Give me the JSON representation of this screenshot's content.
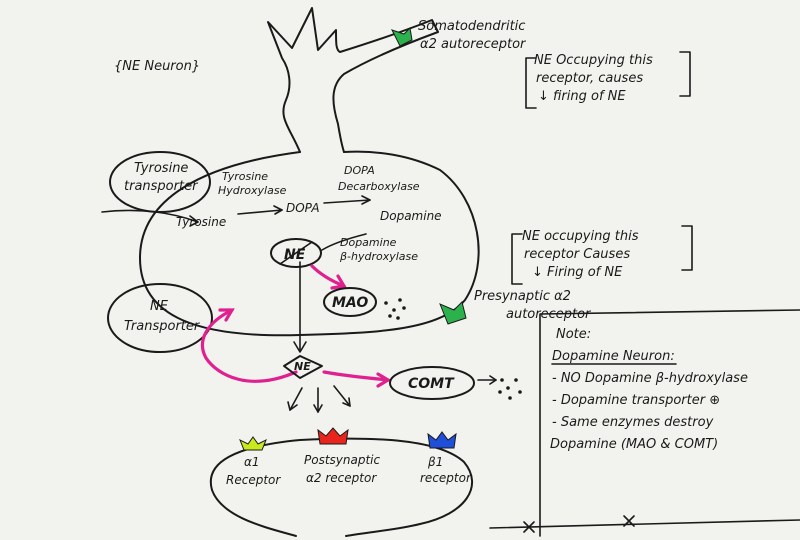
{
  "neuron_label": "{NE Neuron}",
  "somato": {
    "line1": "Somatodendritic",
    "line2": "α2 autoreceptor",
    "color": "#2bb24c"
  },
  "note_top": {
    "line1": "NE Occupying this",
    "line2": "receptor, causes",
    "line3": "↓ firing of NE"
  },
  "tyrosine_transporter": {
    "line1": "Tyrosine",
    "line2": "transporter"
  },
  "enzyme_th": {
    "line1": "Tyrosine",
    "line2": "Hydroxylase"
  },
  "enzyme_ddc": {
    "line1": "DOPA",
    "line2": "Decarboxylase"
  },
  "molecule_tyrosine": "Tyrosine",
  "molecule_dopa": "DOPA",
  "molecule_dopamine": "Dopamine",
  "ne_oval": "NE",
  "enzyme_dbh": {
    "line1": "Dopamine",
    "line2": "β-hydroxylase"
  },
  "mao": "MAO",
  "note_mid": {
    "line1": "NE occupying this",
    "line2": "receptor Causes",
    "line3": "↓ Firing of NE"
  },
  "presynaptic": {
    "line1": "Presynaptic α2",
    "line2": "autoreceptor",
    "color": "#2bb24c"
  },
  "ne_transporter": {
    "line1": "NE",
    "line2": "Transporter"
  },
  "ne_cleft": "NE",
  "comt": "COMT",
  "receptors": {
    "a1": {
      "line1": "α1",
      "line2": "Receptor",
      "color": "#c9e81e"
    },
    "a2": {
      "line1": "Postsynaptic",
      "line2": "α2 receptor",
      "color": "#e8241c"
    },
    "b1": {
      "line1": "β1",
      "line2": "receptor",
      "color": "#1f4fd8"
    }
  },
  "note_box": {
    "title": "Note:",
    "heading": "Dopamine Neuron:",
    "items": [
      "- NO Dopamine β-hydroxylase",
      "- Dopamine transporter ⊕",
      "- Same enzymes destroy",
      "Dopamine (MAO & COMT)"
    ]
  },
  "arrow_color": "#e0208f"
}
